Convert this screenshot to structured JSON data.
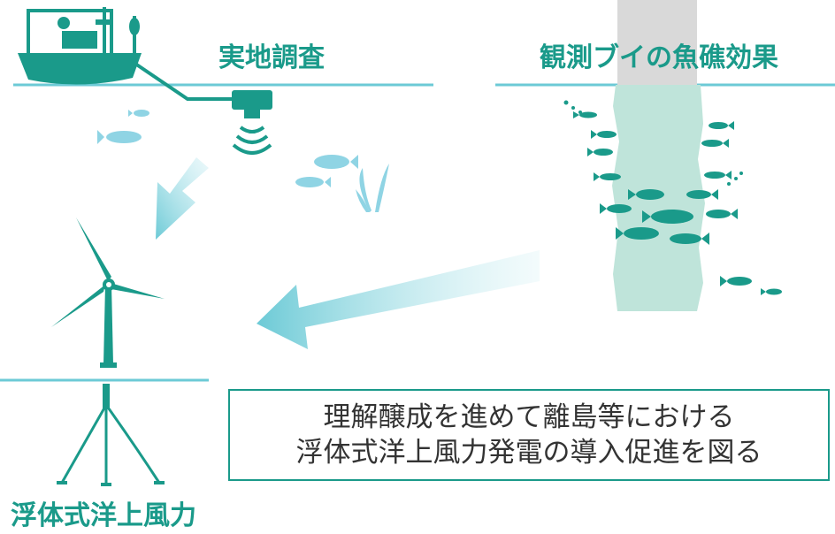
{
  "labels": {
    "survey": "実地調査",
    "buoy": "観測ブイの魚礁効果",
    "wind": "浮体式洋上風力"
  },
  "message": {
    "line1": "理解醸成を進めて離島等における",
    "line2": "浮体式洋上風力発電の導入促進を図る"
  },
  "colors": {
    "teal": "#1a9a8a",
    "water_line": "#6ccad6",
    "fish_light": "#8fd4e4",
    "column": "#bfe4da",
    "buoy_top": "#d9d9d9",
    "arrow": "#7fd3df"
  }
}
